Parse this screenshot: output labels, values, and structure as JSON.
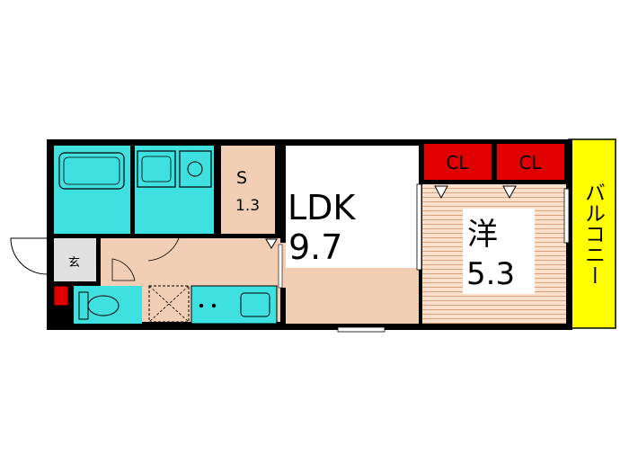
{
  "rooms": {
    "storage": {
      "name": "S",
      "size": "1.3"
    },
    "ldk": {
      "name": "LDK",
      "size": "9.7"
    },
    "western": {
      "name": "洋",
      "size": "5.3"
    },
    "entrance": {
      "name": "玄"
    }
  },
  "closets": [
    "CL",
    "CL"
  ],
  "balcony": {
    "name": "バルコニー"
  },
  "colors": {
    "wall": "#000000",
    "floor_wood": "#f2cfb4",
    "wet_area": "#3fe0e0",
    "balcony": "#ffff00",
    "closet": "#e00000",
    "floor_grey": "#e0e0e0"
  }
}
